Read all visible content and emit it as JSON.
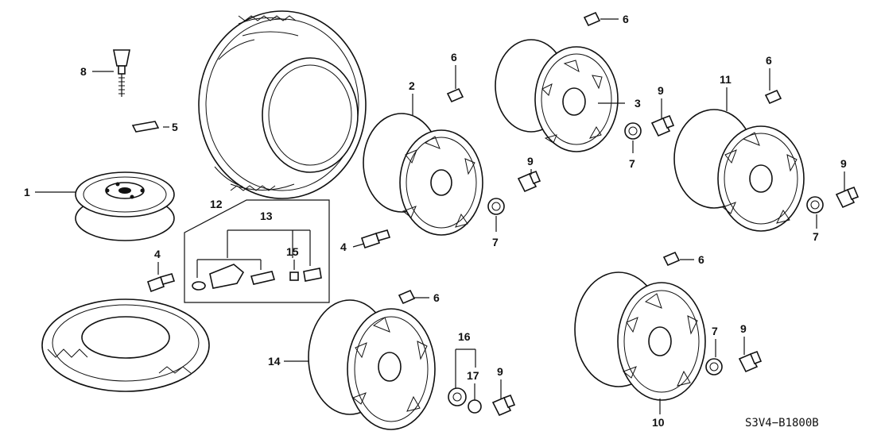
{
  "labels": {
    "p1": "1",
    "p2": "2",
    "p3": "3",
    "p4a": "4",
    "p4b": "4",
    "p5": "5",
    "p6a": "6",
    "p6b": "6",
    "p6c": "6",
    "p6d": "6",
    "p6e": "6",
    "p7a": "7",
    "p7b": "7",
    "p7c": "7",
    "p7d": "7",
    "p8": "8",
    "p9a": "9",
    "p9b": "9",
    "p9c": "9",
    "p9d": "9",
    "p9e": "9",
    "p10": "10",
    "p11": "11",
    "p12": "12",
    "p13": "13",
    "p14": "14",
    "p15": "15",
    "p16": "16",
    "p17": "17"
  },
  "diagram_code": "S3V4−B1800B"
}
